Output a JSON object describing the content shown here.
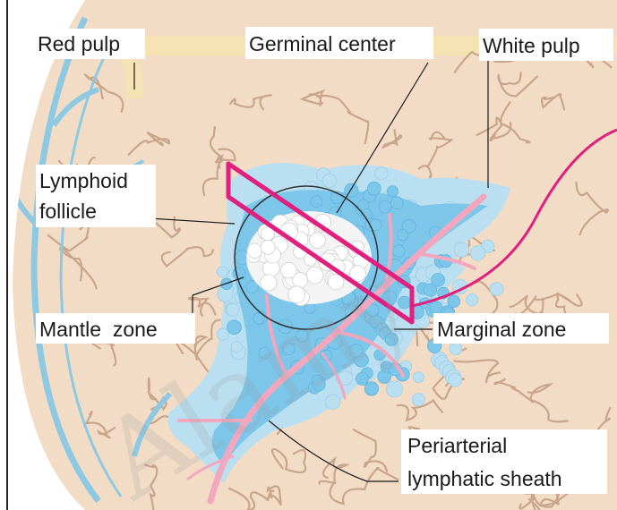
{
  "labels": {
    "red_pulp": "Red pulp",
    "germinal_center": "Germinal center",
    "white_pulp": "White pulp",
    "lymphoid_follicle_line1": "Lymphoid",
    "lymphoid_follicle_line2": "follicle",
    "mantle_zone": "Mantle  zone",
    "marginal_zone": "Marginal zone",
    "pals_line1": "Periarterial",
    "pals_line2": "lymphatic sheath"
  },
  "watermark": "Alamy",
  "colors": {
    "background_tissue": "#f2dcc6",
    "tissue_channels": "#c9a58c",
    "trabecula": "#f6e3b4",
    "capsule_vessel": "#8ec9e4",
    "white_pulp_outer": "#b9dff0",
    "white_pulp_mid": "#7cc6ea",
    "germinal_center": "#ffffff",
    "central_artery": "#f2a7bf",
    "section_plane": "#e01f7e",
    "outer_border": "#222222"
  }
}
